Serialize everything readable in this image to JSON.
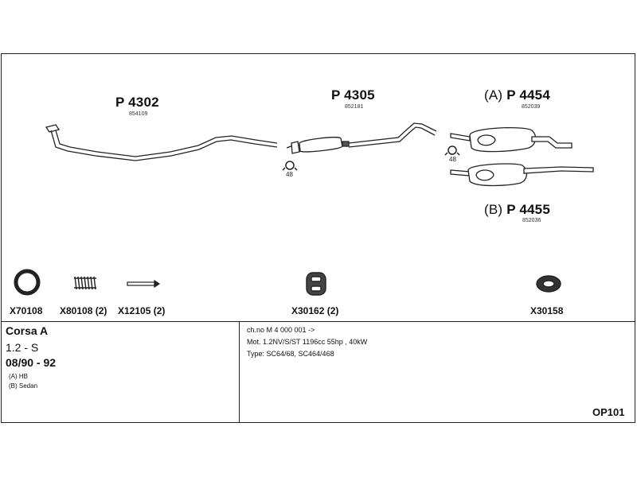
{
  "parts": {
    "p4302": {
      "code": "P 4302",
      "ref": "854109"
    },
    "p4305": {
      "code": "P 4305",
      "ref": "852181"
    },
    "p4454": {
      "prefix": "(A)",
      "code": "P 4454",
      "ref": "852039"
    },
    "p4455": {
      "prefix": "(B)",
      "code": "P 4455",
      "ref": "852036"
    },
    "clamp_label_1": "48",
    "clamp_label_2": "48"
  },
  "accessories": [
    {
      "code": "X70108",
      "icon": "ring-gasket-icon"
    },
    {
      "code": "X80108 (2)",
      "icon": "spring-icon"
    },
    {
      "code": "X12105 (2)",
      "icon": "bolt-icon"
    },
    {
      "code": "X30162 (2)",
      "icon": "rubber-hanger-icon"
    },
    {
      "code": "X30158",
      "icon": "rubber-ring-mount-icon"
    }
  ],
  "vehicle": {
    "model": "Corsa A",
    "engine": "1.2 - S",
    "years": "08/90 - 92",
    "variant_a": "(A) HB",
    "variant_b": "(B) Sedan"
  },
  "info": {
    "line1": "ch.no M 4 000 001 ->",
    "line2": "Mot. 1.2NV/S/ST 1196cc 55hp , 40kW",
    "line3": "Type: SC64/68, SC464/468"
  },
  "sheet_code": "OP101"
}
